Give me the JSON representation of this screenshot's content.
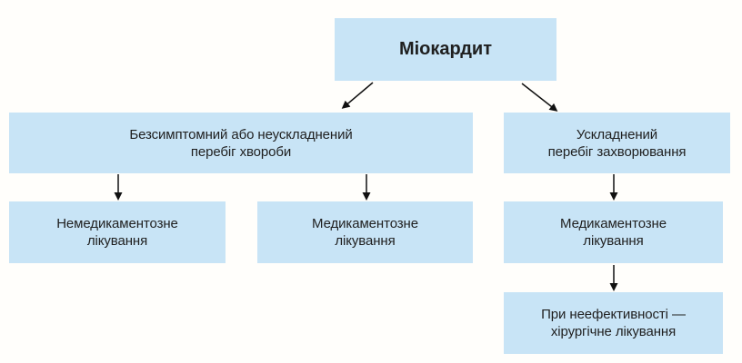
{
  "diagram": {
    "title": "Міокардит",
    "type": "flowchart",
    "colors": {
      "box_fill": "#c8e4f6",
      "text": "#1f1f1f",
      "arrow": "#111111",
      "background": "#fffefb"
    },
    "nodes": {
      "root": {
        "label": "Міокардит"
      },
      "asymptomatic": {
        "lines": [
          "Безсимптомний або неускладнений",
          "перебіг хвороби"
        ]
      },
      "complicated": {
        "lines": [
          "Ускладнений",
          "перебіг захворювання"
        ]
      },
      "nonpharm": {
        "lines": [
          "Немедикаментозне",
          "лікування"
        ]
      },
      "pharm_left": {
        "lines": [
          "Медикаментозне",
          "лікування"
        ]
      },
      "pharm_right": {
        "lines": [
          "Медикаментозне",
          "лікування"
        ]
      },
      "surgical": {
        "lines": [
          "При неефективності —",
          "хірургічне лікування"
        ]
      }
    },
    "edges": [
      "root -> asymptomatic",
      "root -> complicated",
      "asymptomatic -> nonpharm",
      "asymptomatic -> pharm_left",
      "complicated -> pharm_right",
      "pharm_right -> surgical"
    ]
  }
}
